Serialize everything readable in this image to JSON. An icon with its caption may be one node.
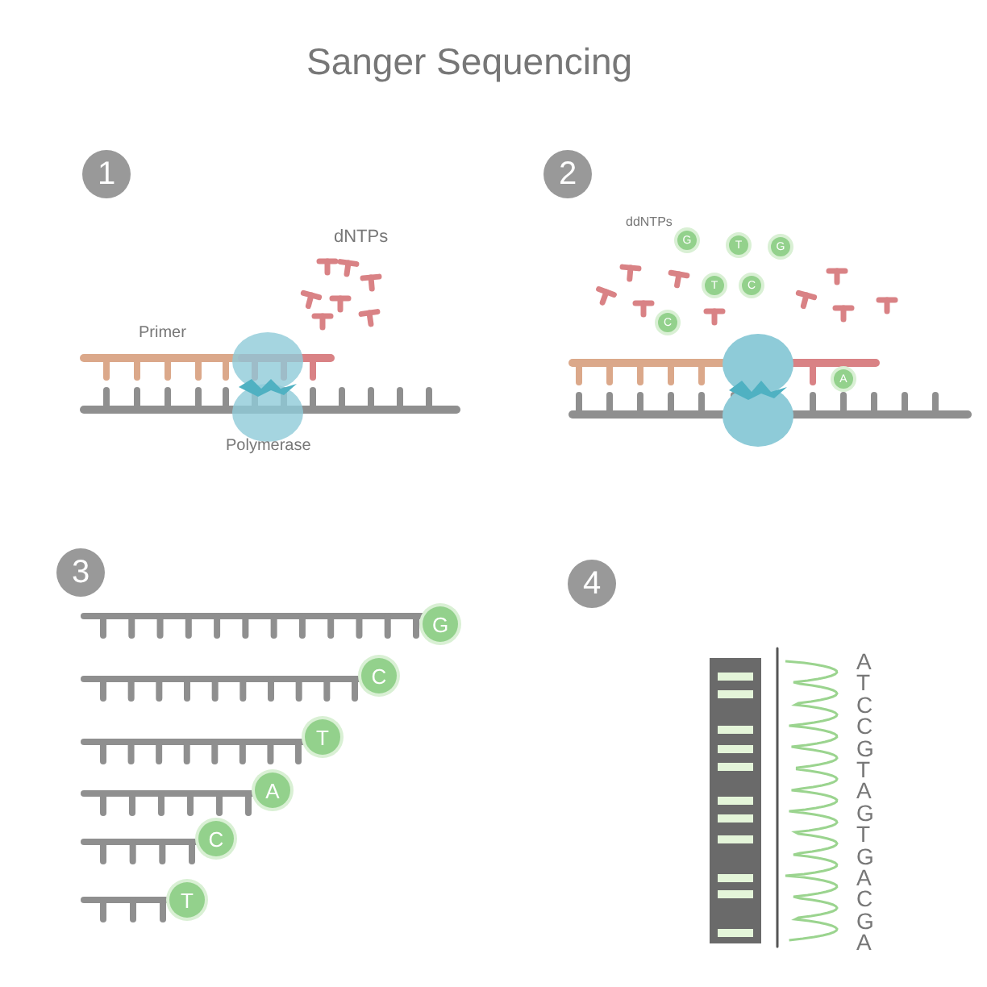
{
  "diagram": {
    "title": "Sanger Sequencing",
    "nodes": [
      {
        "text": [
          "1"
        ]
      },
      {
        "text": [
          "2"
        ]
      },
      {
        "text": [
          "G"
        ]
      },
      {
        "text": [
          "T"
        ]
      },
      {
        "text": [
          "G"
        ]
      },
      {
        "text": [
          "T"
        ]
      },
      {
        "text": [
          "C"
        ]
      },
      {
        "text": [
          "C"
        ]
      },
      {
        "text": [
          "A"
        ]
      },
      {
        "text": [
          "3"
        ]
      },
      {
        "text": [
          "G"
        ]
      },
      {
        "text": [
          "C"
        ]
      },
      {
        "text": [
          "T"
        ]
      },
      {
        "text": [
          "A"
        ]
      },
      {
        "text": [
          "C"
        ]
      },
      {
        "text": [
          "T"
        ]
      },
      {
        "text": [
          "4"
        ]
      }
    ],
    "edges": [],
    "labels": [
      "dNTPs",
      "Primer",
      "Polymerase",
      "ddNTPs",
      "A",
      "T",
      "C",
      "C",
      "G",
      "T",
      "A",
      "G",
      "T",
      "G",
      "A",
      "C",
      "G",
      "A"
    ]
  }
}
